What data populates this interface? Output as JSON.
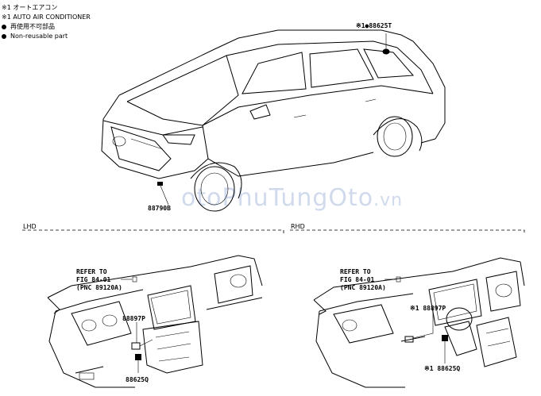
{
  "legend": {
    "line1": "※1 オートエアコン",
    "line2": "※1 AUTO AIR CONDITIONER",
    "line3": "再使用不可部品",
    "line4": "Non-reusable part"
  },
  "labels": {
    "top_sensor": "※1●88625T",
    "front_sensor": "88790B",
    "lhd_refer_1": "REFER TO",
    "lhd_refer_2": "FIG 84-01",
    "lhd_refer_3": "(PNC 89120A)",
    "lhd_part_a": "88897P",
    "lhd_part_b": "88625Q",
    "rhd_refer_1": "REFER TO",
    "rhd_refer_2": "FIG 84-01",
    "rhd_refer_3": "(PNC 89120A)",
    "rhd_part_a": "※1 88897P",
    "rhd_part_b": "※1 88625Q"
  },
  "sections": {
    "lhd": "LHD",
    "rhd": "RHD"
  },
  "watermark": "otoPhuTungOto"
}
